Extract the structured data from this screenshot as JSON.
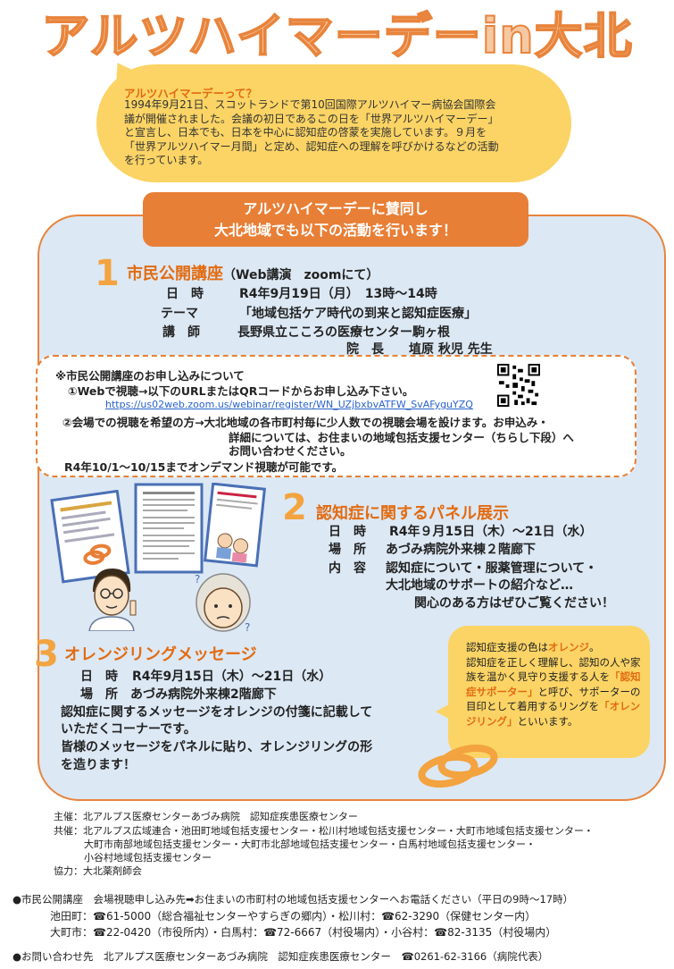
{
  "title": "アルツハイマーデーin大北",
  "intro": {
    "heading": "アルツハイマーデーって？",
    "lines": [
      "1994年9月21日、スコットランドで第10回国際アルツハイマー病協会国際会",
      "議が開催されました。会議の初日であるこの日を「世界アルツハイマーデー」",
      "と宣言し、日本でも、日本を中心に認知症の啓蒙を実施しています。９月を",
      "「世界アルツハイマー月間」と定め、認知症への理解を呼びかけるなどの活動",
      "を行っています。"
    ]
  },
  "banner": {
    "line1": "アルツハイマーデーに賛同し",
    "line2": "大北地域でも以下の活動を行います！"
  },
  "section1": {
    "number": "1",
    "title": "市民公開講座",
    "subtitle": "（Web講演　zoomにて）",
    "date_label": "日　時",
    "date_value": "R4年9月19日（月）　13時～14時",
    "theme_label": "テーマ",
    "theme_value": "「地域包括ケア時代の到来と認知症医療」",
    "speaker_label": "講　師",
    "speaker_value": "長野県立こころの医療センター駒ヶ根",
    "speaker_line2": "院　長　　埴原 秋児 先生"
  },
  "notice": {
    "heading": "※市民公開講座のお申し込みについて",
    "item1": "①Webで視聴→以下のURLまたはQRコードからお申し込み下さい。",
    "url": "https://us02web.zoom.us/webinar/register/WN_UZjbxbvATFW_SvAFyguYZQ",
    "item2_line1": "②会場での視聴を希望の方→大北地域の各市町村毎に少人数での視聴会場を設けます。お申込み・",
    "item2_line2": "詳細については、お住まいの地域包括支援センター（ちらし下段）へ",
    "item2_line3": "お問い合わせください。",
    "ondemand": "R4年10/1～10/15までオンデマンド視聴が可能です。"
  },
  "section2": {
    "number": "2",
    "title": "認知症に関するパネル展示",
    "date_label": "日　時",
    "date_value": "R4年９月15日（木）～21日（水）",
    "place_label": "場　所",
    "place_value": "あづみ病院外来棟２階廊下",
    "content_label": "内　容",
    "content_value": "認知症について・服薬管理について・",
    "content_line2": "大北地域のサポートの紹介など…",
    "content_line3": "関心のある方はぜひご覧ください！"
  },
  "section3": {
    "number": "3",
    "title": "オレンジリングメッセージ",
    "date_label": "日　時",
    "date_value": "R4年9月15日（木）～21日（水）",
    "place_label": "場　所",
    "place_value": "あづみ病院外来棟2階廊下",
    "desc_line1": "認知症に関するメッセージをオレンジの付箋に記載して",
    "desc_line2": "いただくコーナーです。",
    "desc_line3": "皆様のメッセージをパネルに貼り、オレンジリングの形",
    "desc_line4": "を造ります！"
  },
  "bubble": {
    "p1": "認知症支援の色は",
    "p1_orange": "オレンジ",
    "p1_end": "。",
    "p2": "認知症を正しく理解し、認知の人や家族を温かく見守り支援する人を",
    "p2_orange": "「認知症サポーター」",
    "p3": "と呼び、サポーターの目印として着用するリングを",
    "p3_orange": "「オレンジリング」",
    "p4": "といいます。"
  },
  "footer": {
    "host_label": "主催：",
    "host": "北アルプス医療センターあづみ病院　認知症疾患医療センター",
    "cohost_label": "共催：",
    "cohost_line1": "北アルプス広域連合・池田町地域包括支援センター・松川村地域包括支援センター・大町市地域包括支援センター・",
    "cohost_line2": "大町市南部地域包括支援センター・大町市北部地域包括支援センター・白馬村地域包括支援センター・",
    "cohost_line3": "小谷村地域包括支援センター",
    "coop_label": "協力：",
    "coop": "大北薬剤師会",
    "apply_line": "●市民公開講座　会場視聴申し込み先➡お住まいの市町村の地域包括支援センターへお電話ください（平日の9時～17時）",
    "phone_line1": "池田町：☎61-5000（総合福祉センターやすらぎの郷内）・松川村：☎62-3290（保健センター内）",
    "phone_line2": "大町市：☎22-0420（市役所内）・白馬村：☎72-6667（村役場内）・小谷村：☎82-3135（村役場内）",
    "contact": "●お問い合わせ先　北アルプス医療センターあづみ病院　認知症疾患医療センター　☎0261-62-3166（病院代表）"
  },
  "colors": {
    "accent_orange": "#e87f36",
    "yellow": "#fbd465",
    "panel_blue": "#dce8f4"
  }
}
